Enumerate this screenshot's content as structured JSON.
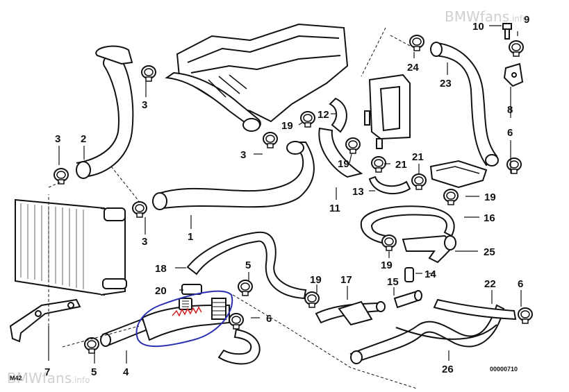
{
  "watermark": {
    "brand": "BMWfans",
    "suffix": ".info"
  },
  "corner_code": "M42",
  "diagram_code": "00000710",
  "callouts": [
    {
      "id": "10",
      "text": "10"
    },
    {
      "id": "9",
      "text": "9"
    },
    {
      "id": "24",
      "text": "24"
    },
    {
      "id": "23",
      "text": "23"
    },
    {
      "id": "8",
      "text": "8"
    },
    {
      "id": "6a",
      "text": "6"
    },
    {
      "id": "3a",
      "text": "3"
    },
    {
      "id": "3b",
      "text": "3"
    },
    {
      "id": "2",
      "text": "2"
    },
    {
      "id": "3c",
      "text": "3"
    },
    {
      "id": "19a",
      "text": "19"
    },
    {
      "id": "12",
      "text": "12"
    },
    {
      "id": "19b",
      "text": "19"
    },
    {
      "id": "21a",
      "text": "21"
    },
    {
      "id": "21b",
      "text": "21"
    },
    {
      "id": "13",
      "text": "13"
    },
    {
      "id": "19c",
      "text": "19"
    },
    {
      "id": "11",
      "text": "11"
    },
    {
      "id": "16",
      "text": "16"
    },
    {
      "id": "1",
      "text": "1"
    },
    {
      "id": "3d",
      "text": "3"
    },
    {
      "id": "19d",
      "text": "19"
    },
    {
      "id": "25",
      "text": "25"
    },
    {
      "id": "18",
      "text": "18"
    },
    {
      "id": "5a",
      "text": "5"
    },
    {
      "id": "14",
      "text": "14"
    },
    {
      "id": "20",
      "text": "20"
    },
    {
      "id": "19e",
      "text": "19"
    },
    {
      "id": "17",
      "text": "17"
    },
    {
      "id": "15",
      "text": "15"
    },
    {
      "id": "22",
      "text": "22"
    },
    {
      "id": "6b",
      "text": "6"
    },
    {
      "id": "6c",
      "text": "6"
    },
    {
      "id": "7",
      "text": "7"
    },
    {
      "id": "5b",
      "text": "5"
    },
    {
      "id": "4",
      "text": "4"
    },
    {
      "id": "26",
      "text": "26"
    }
  ],
  "colors": {
    "line": "#111111",
    "highlight": "#2a2fb0",
    "scribble": "#d22020",
    "watermark": "#aaaaaa"
  }
}
